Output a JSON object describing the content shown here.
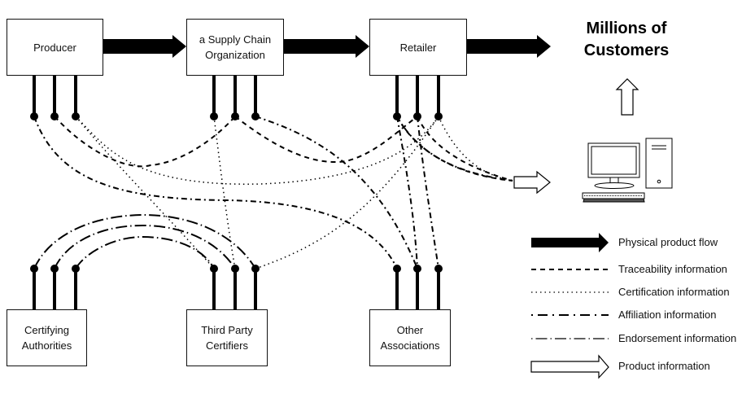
{
  "diagram": {
    "title": "Millions of Customers",
    "title_line1": "Millions of",
    "title_line2": "Customers",
    "nodes": {
      "producer": "Producer",
      "supply_chain_line1": "a Supply Chain",
      "supply_chain_line2": "Organization",
      "retailer": "Retailer",
      "certifying_line1": "Certifying",
      "certifying_line2": "Authorities",
      "third_party_line1": "Third Party",
      "third_party_line2": "Certifiers",
      "other_line1": "Other",
      "other_line2": "Associations"
    },
    "icons": [
      "up-arrow-icon",
      "computer-icon",
      "product-info-arrow-icon"
    ]
  },
  "legend": {
    "items": [
      {
        "label": "Physical product flow",
        "style": "thick-arrow"
      },
      {
        "label": "Traceability information",
        "style": "dashed"
      },
      {
        "label": "Certification information",
        "style": "dotted"
      },
      {
        "label": "Affiliation information",
        "style": "dash-dot"
      },
      {
        "label": "Endorsement information",
        "style": "long-dash-dot"
      },
      {
        "label": "Product information",
        "style": "hollow-arrow"
      }
    ]
  }
}
